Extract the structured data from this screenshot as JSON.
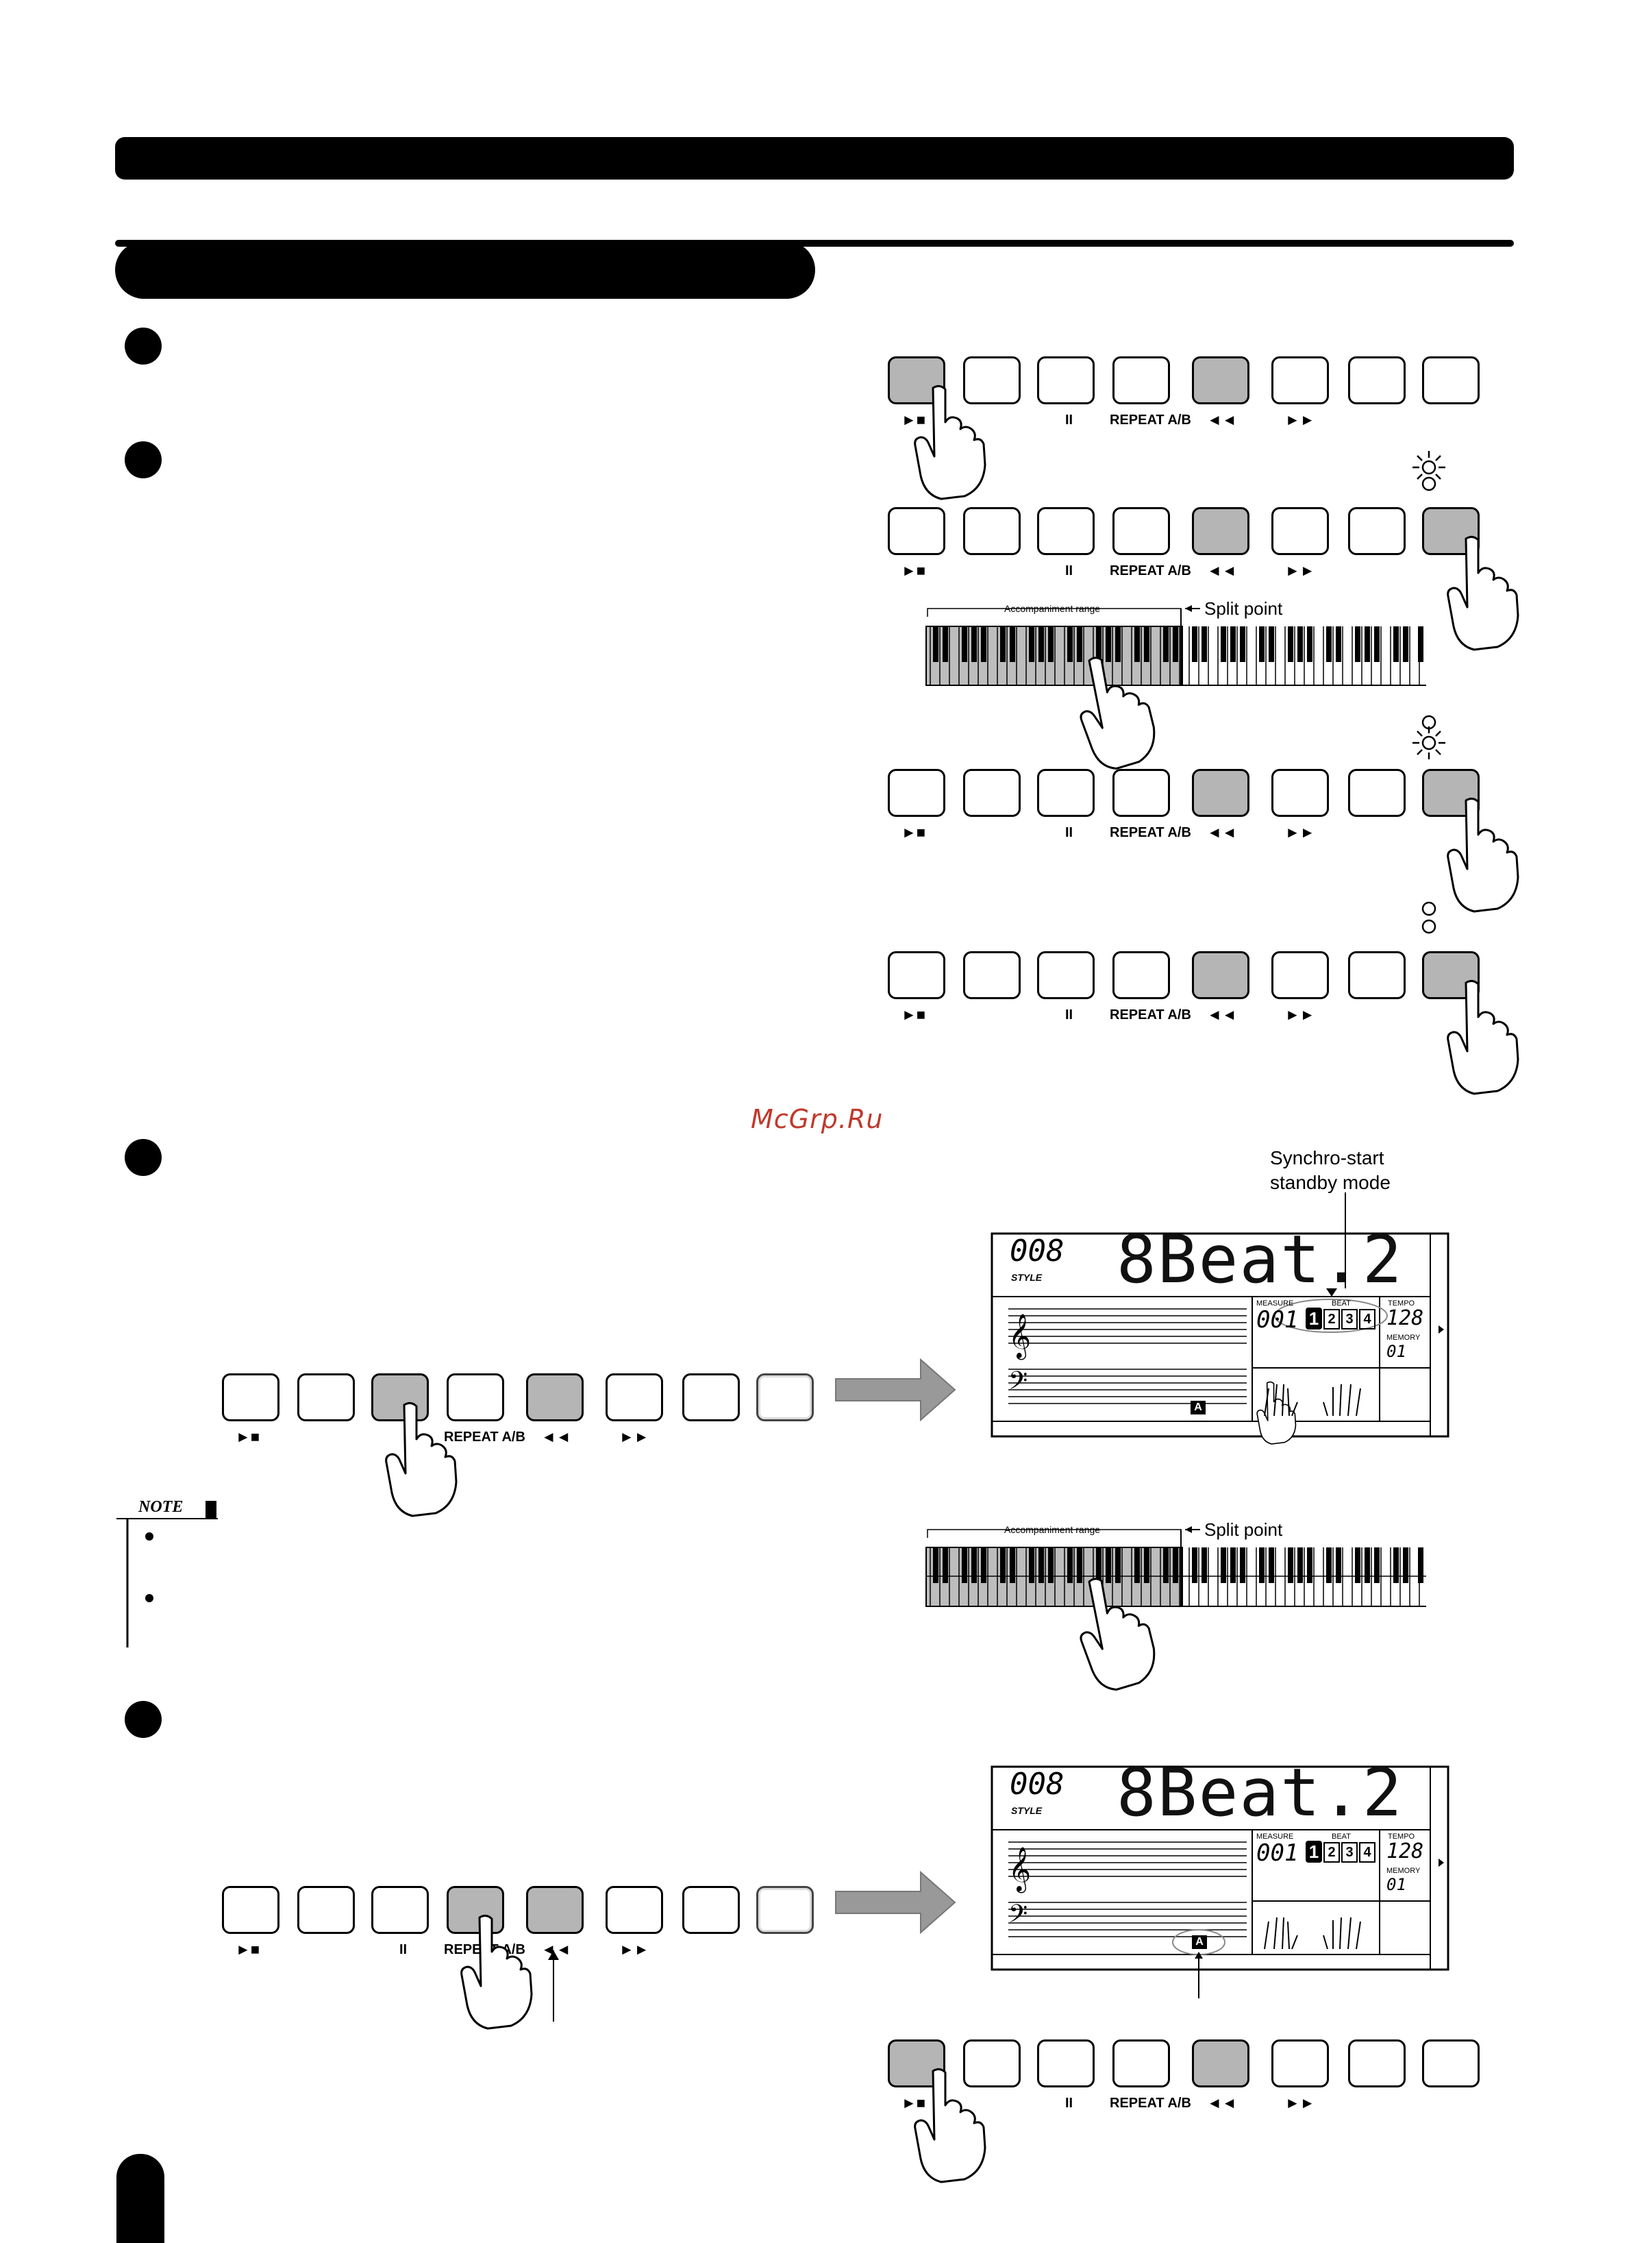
{
  "watermark": "McGrp.Ru",
  "panel_labels": {
    "start_stop": "►■",
    "pause": "II",
    "repeat": "REPEAT A/B",
    "rewind": "◄◄",
    "forward": "►►"
  },
  "keyboard": {
    "split_point": "Split point",
    "accompaniment_range": "Accompaniment range"
  },
  "callout": {
    "line1": "Synchro-start",
    "line2": "standby mode"
  },
  "lcd": {
    "number": "008",
    "style_label": "STYLE",
    "name": "8Beat.2",
    "measure_label": "MEASURE",
    "measure_value": "001",
    "beat_label": "BEAT",
    "beats": [
      "1",
      "2",
      "3",
      "4"
    ],
    "tempo_label": "TEMPO",
    "tempo_value": "128",
    "memory_label": "MEMORY",
    "memory_value": "01",
    "marker": "A"
  },
  "note": {
    "label": "NOTE"
  },
  "colors": {
    "button_active": "#b5b5b5",
    "watermark": "#c0392b",
    "arrow": "#999999"
  }
}
